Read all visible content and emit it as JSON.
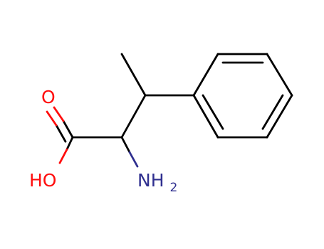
{
  "molecule": {
    "atoms": {
      "carbonyl_oxygen": {
        "symbol": "O",
        "color": "#ff0d0d"
      },
      "hydroxyl": {
        "symbol": "HO",
        "color": "#ff0d0d"
      },
      "amine": {
        "symbol": "NH",
        "subscript": "2",
        "color": "#2f2f8f"
      }
    },
    "bond_color": "#000000"
  }
}
